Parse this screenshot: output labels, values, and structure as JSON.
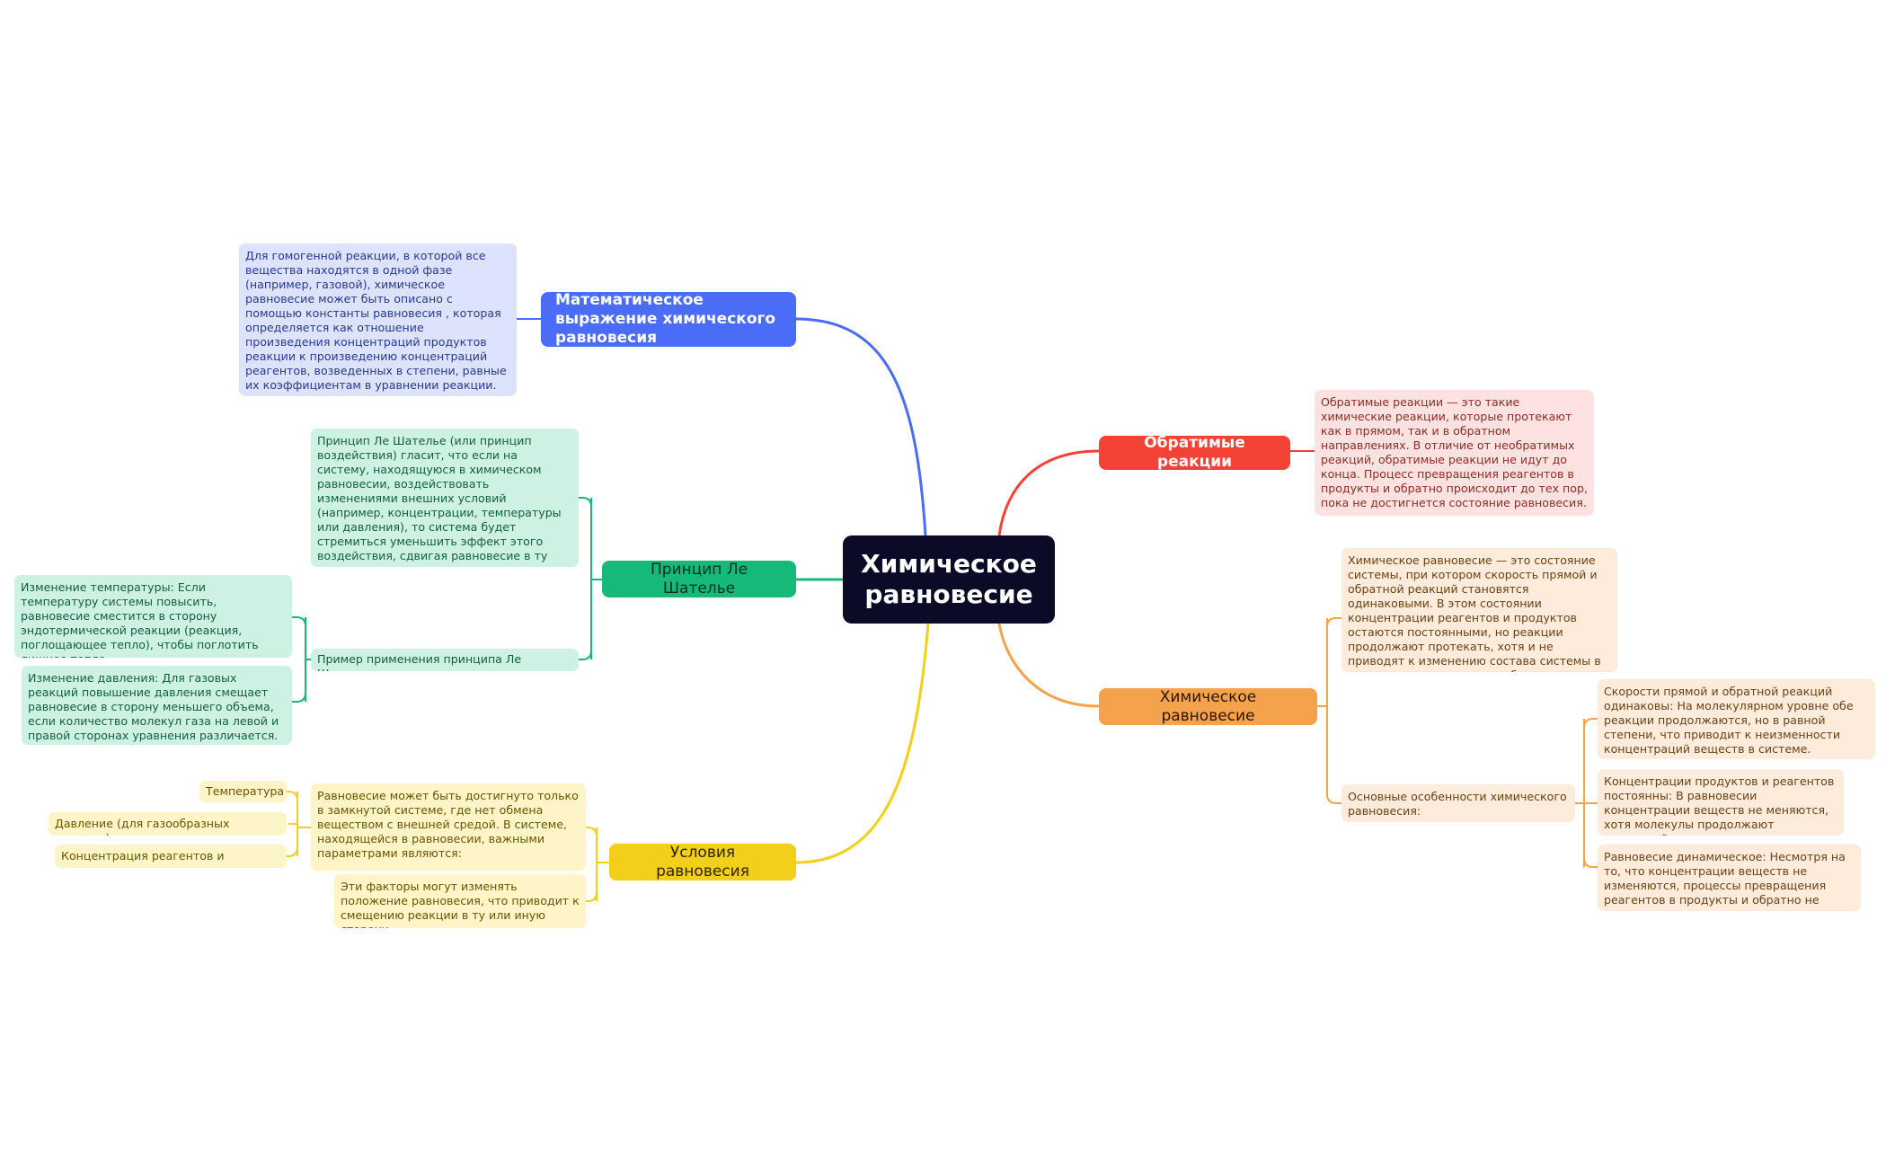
{
  "colors": {
    "blue": "#4a6cf7",
    "red": "#f44336",
    "orange": "#f5a24c",
    "green": "#17b978",
    "yellow": "#f2cf1a",
    "center": "#0b0b28"
  },
  "center": {
    "title": "Химическое равновесие"
  },
  "branches": {
    "math": {
      "label": "Математическое выражение химического равновесия",
      "text": "Для гомогенной реакции, в которой все вещества находятся в одной фазе (например, газовой), химическое равновесие может быть описано с помощью константы равновесия , которая определяется как отношение произведения концентраций продуктов реакции к произведению концентраций реагентов, возведенных в степени, равные их коэффициентам в уравнении реакции."
    },
    "reversible": {
      "label": "Обратимые реакции",
      "text": "Обратимые реакции — это такие химические реакции, которые протекают как в прямом, так и в обратном направлениях. В отличие от необратимых реакций, обратимые реакции не идут до конца. Процесс превращения реагентов в продукты и обратно происходит до тех пор, пока не достигнется состояние равновесия."
    },
    "equilibrium": {
      "label": "Химическое равновесие",
      "definition": "Химическое равновесие — это состояние системы, при котором скорость прямой и обратной реакций становятся одинаковыми. В этом состоянии концентрации реагентов и продуктов остаются постоянными, но реакции продолжают протекать, хотя и не приводят к изменению состава системы в макроскопическом масштабе.",
      "features_label": "Основные особенности химического равновесия:",
      "features": [
        "Скорости прямой и обратной реакций одинаковы: На молекулярном уровне обе реакции продолжаются, но в равной степени, что приводит к неизменности концентраций веществ в системе.",
        "Концентрации продуктов и реагентов постоянны: В равновесии концентрации веществ не меняются, хотя молекулы продолжают взаимодействовать.",
        "Равновесие динамическое: Несмотря на то, что концентрации веществ не изменяются, процессы превращения реагентов в продукты и обратно не прекращаются."
      ]
    },
    "lechatelier": {
      "label": "Принцип Ле Шателье",
      "text": "Принцип Ле Шателье (или принцип воздействия) гласит, что если на систему, находящуюся в химическом равновесии, воздействовать изменениями внешних условий (например, концентрации, температуры или давления), то система будет стремиться уменьшить эффект этого воздействия, сдвигая равновесие в ту сторону, которая компенсирует изменения.",
      "example_label": "Пример применения принципа Ле Шателье:",
      "examples": [
        "Изменение температуры: Если температуру системы повысить, равновесие сместится в сторону эндотермической реакции (реакция, поглощающее тепло), чтобы поглотить лишнее тепло.",
        "Изменение давления: Для газовых реакций повышение давления смещает равновесие в сторону меньшего объема, если количество молекул газа на левой и правой сторонах уравнения различается."
      ]
    },
    "conditions": {
      "label": "Условия равновесия",
      "text": "Равновесие может быть достигнуто только в замкнутой системе, где нет обмена веществом с внешней средой. В системе, находящейся в равновесии, важными параметрами являются:",
      "params": [
        "Температура",
        "Давление (для газообразных веществ)",
        "Концентрация реагентов и продуктов"
      ],
      "note": "Эти факторы могут изменять положение равновесия, что приводит к смещению реакции в ту или иную сторону."
    }
  }
}
